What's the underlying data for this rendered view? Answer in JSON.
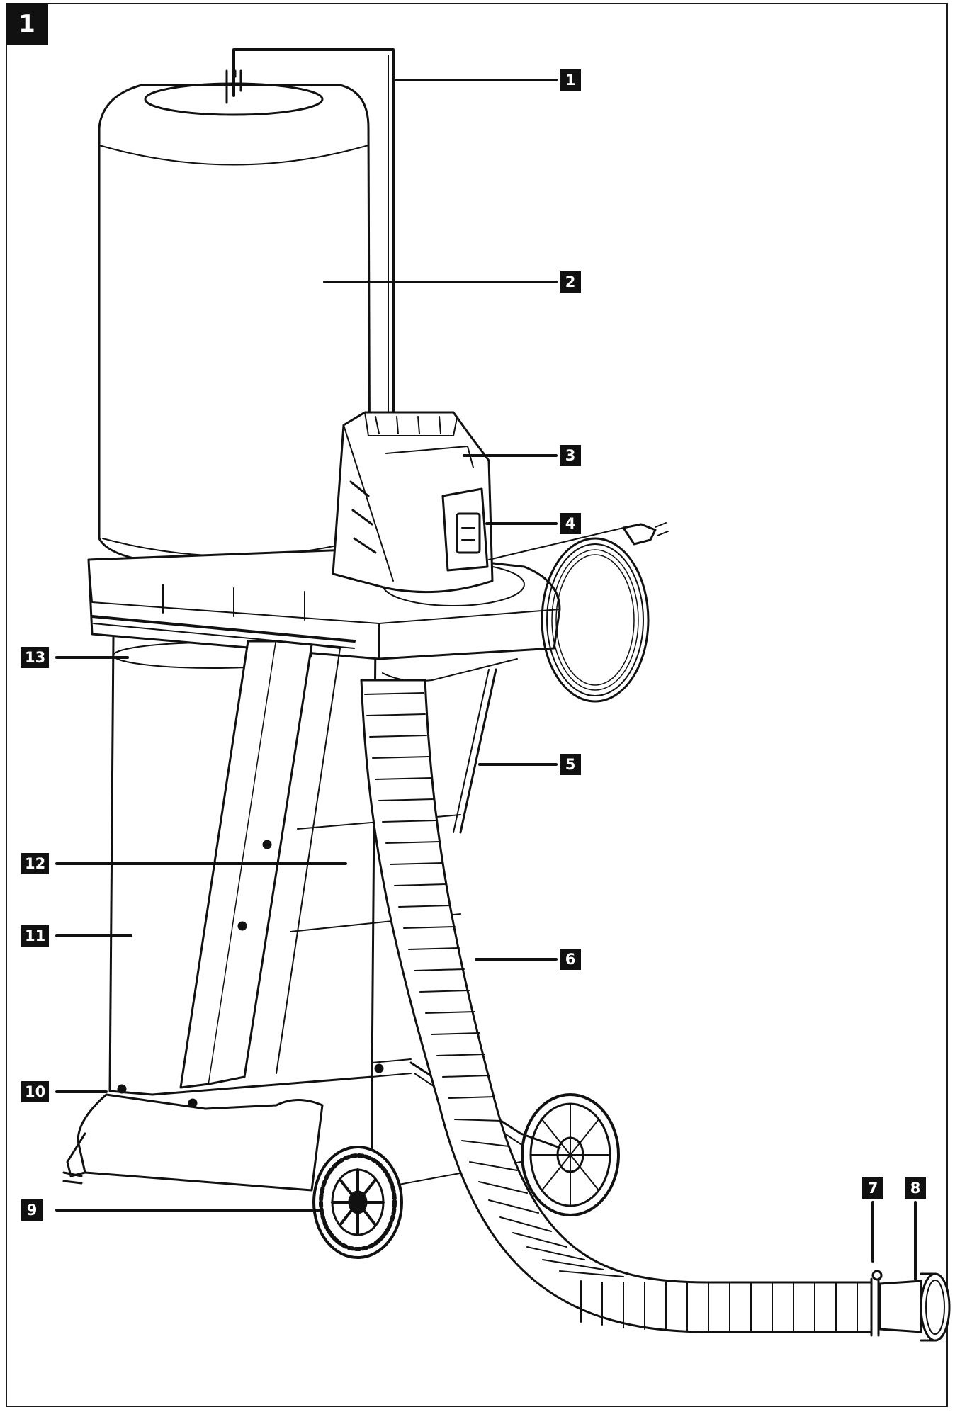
{
  "figure": {
    "number": "1"
  },
  "callouts": [
    {
      "id": "1",
      "label": "1"
    },
    {
      "id": "2",
      "label": "2"
    },
    {
      "id": "3",
      "label": "3"
    },
    {
      "id": "4",
      "label": "4"
    },
    {
      "id": "5",
      "label": "5"
    },
    {
      "id": "6",
      "label": "6"
    },
    {
      "id": "7",
      "label": "7"
    },
    {
      "id": "8",
      "label": "8"
    },
    {
      "id": "9",
      "label": "9"
    },
    {
      "id": "10",
      "label": "10"
    },
    {
      "id": "11",
      "label": "11"
    },
    {
      "id": "12",
      "label": "12"
    },
    {
      "id": "13",
      "label": "13"
    }
  ]
}
